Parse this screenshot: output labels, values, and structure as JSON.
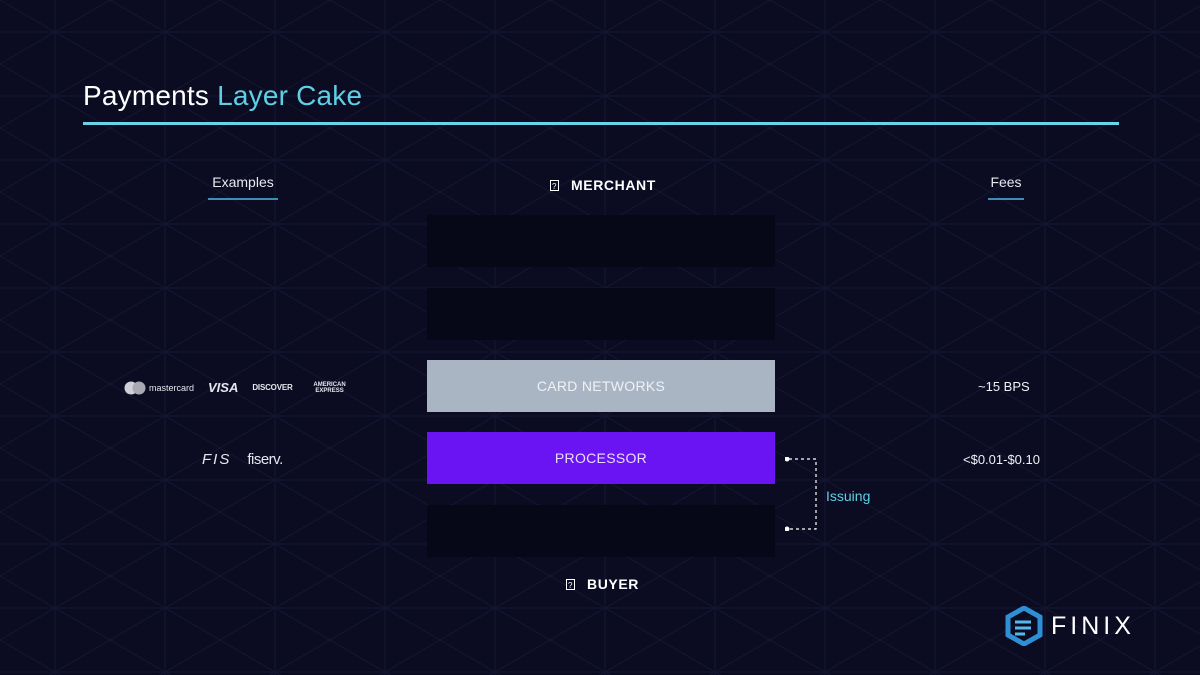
{
  "title": {
    "main": "Payments",
    "accent": "Layer Cake"
  },
  "columns": {
    "examples": "Examples",
    "fees": "Fees"
  },
  "endpoints": {
    "top": "MERCHANT",
    "bottom": "BUYER",
    "glyph": "?"
  },
  "layers": [
    {
      "label": "",
      "style": "empty"
    },
    {
      "label": "",
      "style": "empty"
    },
    {
      "label": "CARD NETWORKS",
      "style": "card"
    },
    {
      "label": "PROCESSOR",
      "style": "proc"
    },
    {
      "label": "",
      "style": "empty"
    }
  ],
  "examples": {
    "card_networks": [
      "mastercard",
      "VISA",
      "DISCOVER",
      "AMERICAN EXPRESS"
    ],
    "processor": [
      "FIS",
      "fiserv."
    ]
  },
  "fees": {
    "card_networks": "~15 BPS",
    "processor": "<$0.01-$0.10"
  },
  "bracket": {
    "label": "Issuing"
  },
  "brand": {
    "name": "FINIX"
  },
  "colors": {
    "background": "#0b0c22",
    "accent": "#5ecfe6",
    "card_networks": "#aab5c4",
    "processor": "#6a14f3"
  }
}
